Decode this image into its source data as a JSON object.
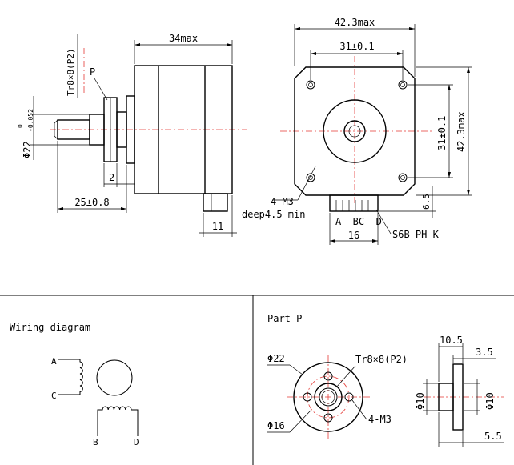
{
  "side_view": {
    "dim_34max": "34max",
    "label_p": "P",
    "dim_thread": "Tr8×8(P2)",
    "dim_phi22_base": "Φ22",
    "dim_phi22_upper": "0",
    "dim_phi22_lower": "-0.052",
    "dim_2": "2",
    "dim_25": "25±0.8",
    "dim_11": "11"
  },
  "front_view": {
    "dim_42_3max_top": "42.3max",
    "dim_31_top": "31±0.1",
    "dim_31_right": "31±0.1",
    "dim_42_3max_right": "42.3max",
    "dim_6_5": "6.5",
    "label_4m3": "4-M3",
    "label_deep": "deep4.5 min",
    "connector_pins": "A  BC  D",
    "dim_16": "16",
    "connector_name": "S6B-PH-K"
  },
  "wiring": {
    "title": "Wiring diagram",
    "pin_a": "A",
    "pin_b": "B",
    "pin_c": "C",
    "pin_d": "D"
  },
  "part_p": {
    "title": "Part-P",
    "dim_phi22": "Φ22",
    "dim_thread": "Tr8×8(P2)",
    "dim_phi16": "Φ16",
    "label_4m3": "4-M3",
    "dim_10_5": "10.5",
    "dim_3_5": "3.5",
    "dim_phi10_left": "Φ10",
    "dim_phi10_right": "Φ10",
    "dim_5_5": "5.5"
  }
}
